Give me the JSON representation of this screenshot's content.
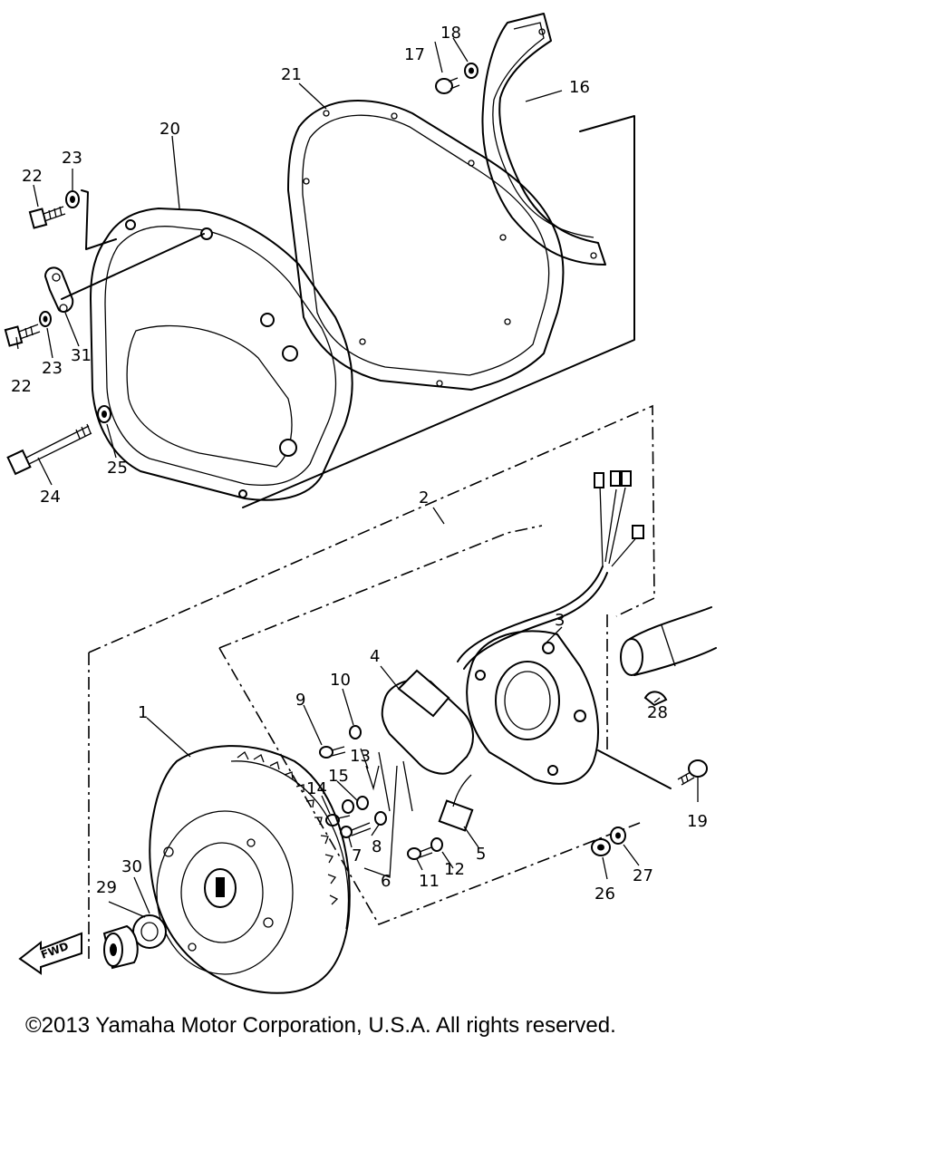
{
  "diagram": {
    "part_numbers": [
      "1",
      "2",
      "3",
      "4",
      "5",
      "6",
      "7",
      "8",
      "9",
      "10",
      "11",
      "12",
      "13",
      "14",
      "15",
      "16",
      "17",
      "18",
      "19",
      "20",
      "21",
      "22",
      "22",
      "23",
      "23",
      "24",
      "25",
      "26",
      "27",
      "28",
      "29",
      "30",
      "31"
    ],
    "fwd_label": "FWD"
  },
  "footer": {
    "copyright": "©2013 Yamaha Motor Corporation, U.S.A. All rights reserved."
  }
}
